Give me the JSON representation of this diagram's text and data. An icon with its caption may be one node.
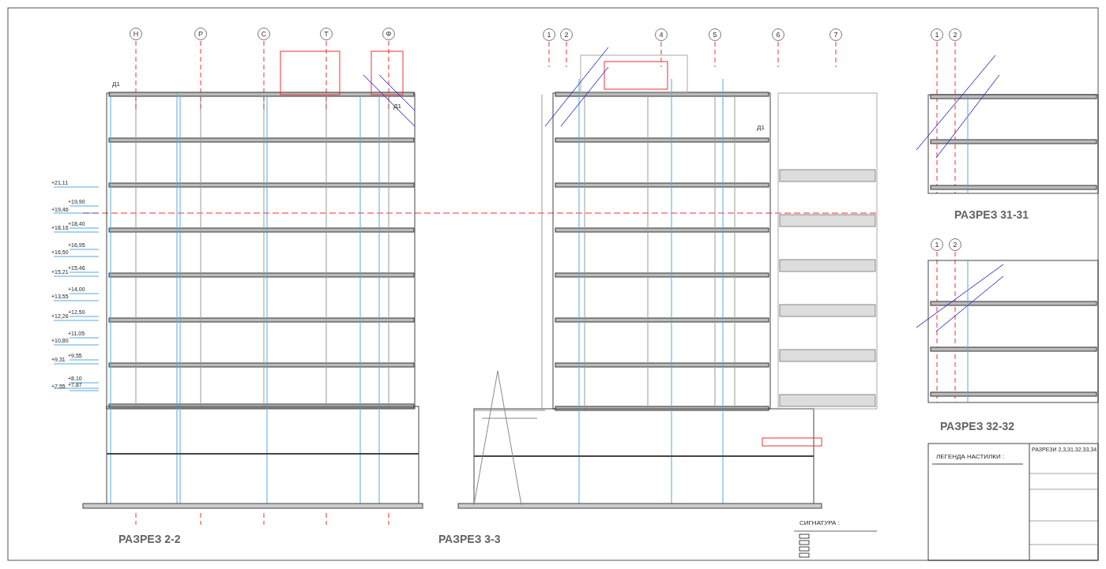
{
  "diagram": {
    "nodes": [
      {
        "text": [
          "Н"
        ]
      },
      {
        "text": [
          "Р"
        ]
      },
      {
        "text": [
          "С"
        ]
      },
      {
        "text": [
          "Т"
        ]
      },
      {
        "text": [
          "Ф"
        ]
      },
      {
        "text": [
          "1"
        ]
      },
      {
        "text": [
          "2"
        ]
      },
      {
        "text": [
          "4"
        ]
      },
      {
        "text": [
          "5"
        ]
      },
      {
        "text": [
          "6"
        ]
      },
      {
        "text": [
          "7"
        ]
      },
      {
        "text": [
          "1"
        ]
      },
      {
        "text": [
          "2"
        ]
      },
      {
        "text": [
          "1"
        ]
      },
      {
        "text": [
          "2"
        ]
      }
    ],
    "edges": [],
    "labels": [
      "Д1",
      "Д1",
      "Д1",
      "+21,11",
      "+19,90",
      "+19,46",
      "+18,40",
      "+18,16",
      "+16,95",
      "+16,50",
      "+15,46",
      "+15,21",
      "+14,00",
      "+13,55",
      "+12,50",
      "+12,26",
      "+11,05",
      "+10,80",
      "+9,55",
      "+9,31",
      "+8,10",
      "+7,87",
      "+7,55",
      "РАЗРЕЗ 31-31",
      "РАЗРЕЗ 32-32",
      "ЛЕГЕНДА НАСТИЛКИ :",
      "РАЗРЕЗИ 2,3,31,32,33,34",
      "СИГНАТУРА :",
      "РАЗРЕЗ 2-2",
      "РАЗРЕЗ 3-3"
    ]
  }
}
